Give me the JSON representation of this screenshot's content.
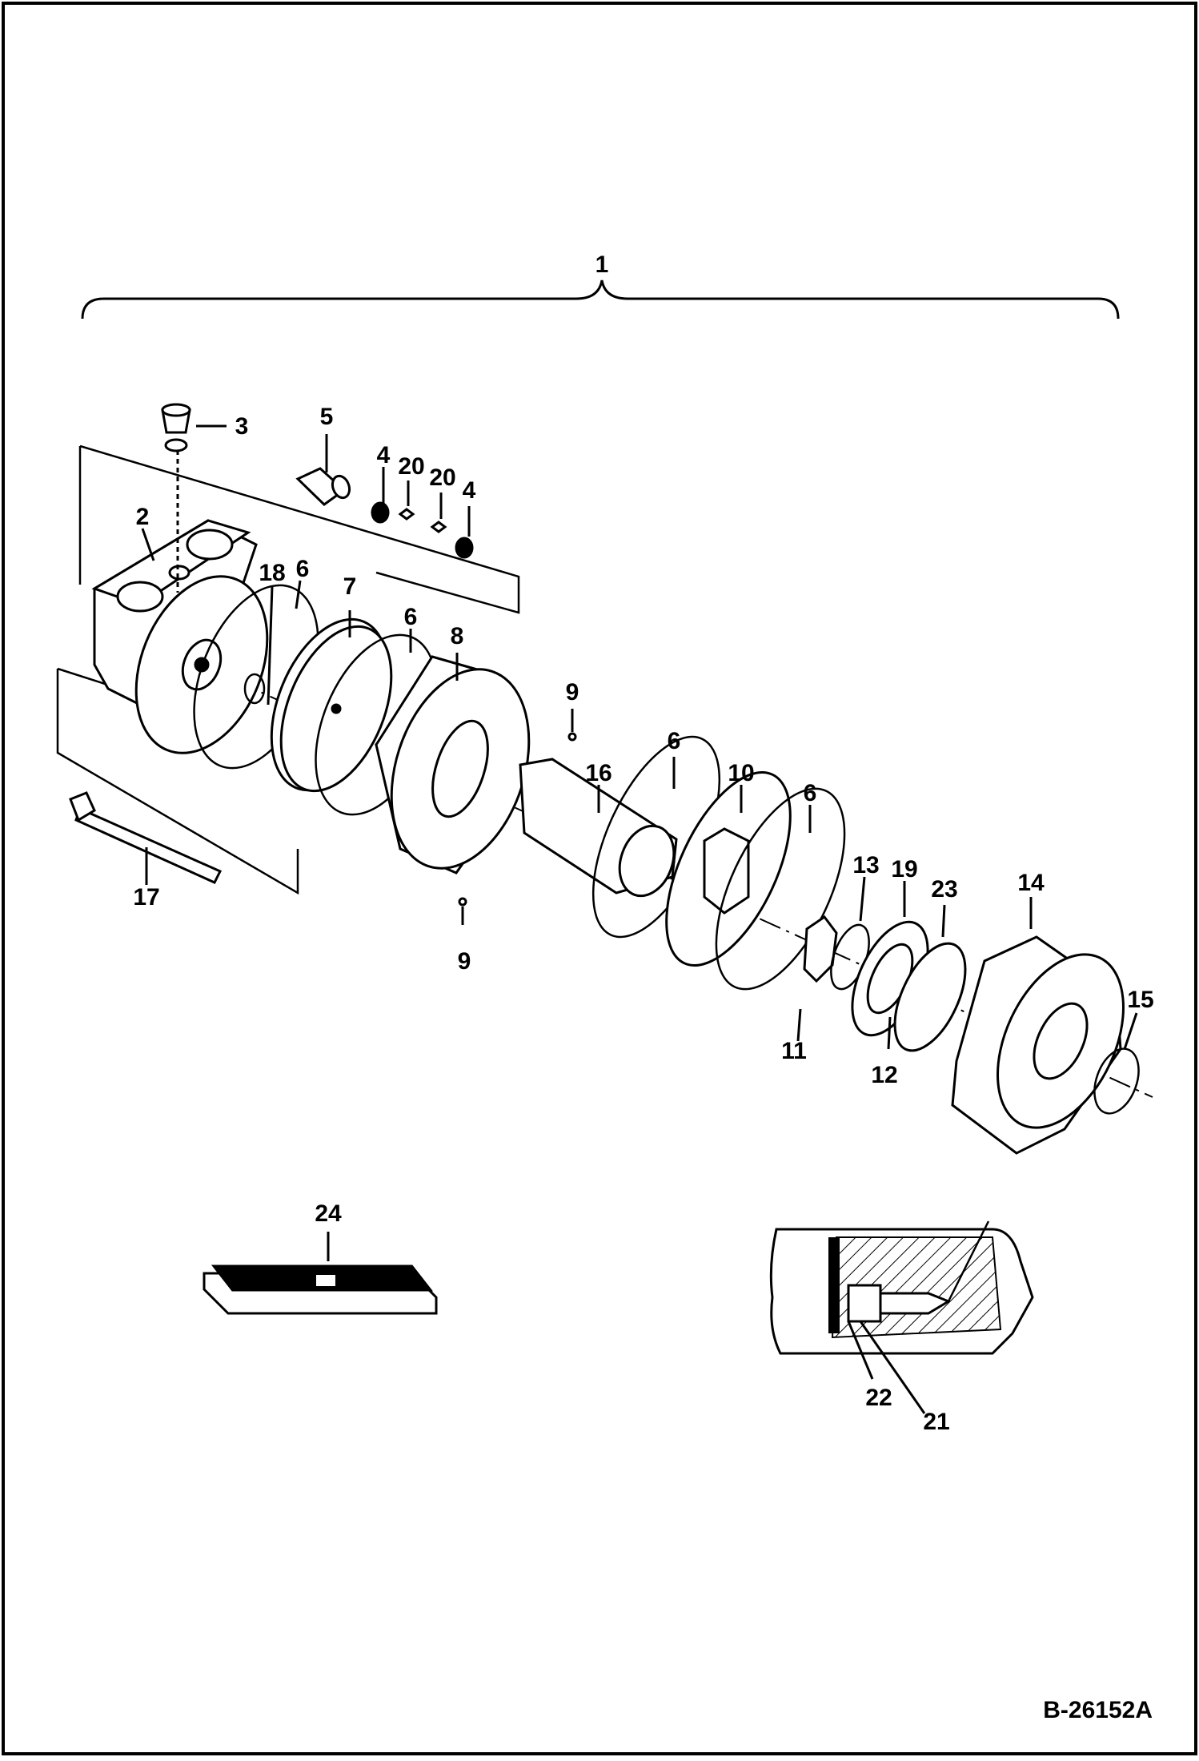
{
  "diagram": {
    "reference_code": "B-26152A",
    "callouts": [
      {
        "id": "c1",
        "text": "1"
      },
      {
        "id": "c2",
        "text": "2"
      },
      {
        "id": "c3",
        "text": "3"
      },
      {
        "id": "c4a",
        "text": "4"
      },
      {
        "id": "c4b",
        "text": "4"
      },
      {
        "id": "c5",
        "text": "5"
      },
      {
        "id": "c6a",
        "text": "6"
      },
      {
        "id": "c6b",
        "text": "6"
      },
      {
        "id": "c6c",
        "text": "6"
      },
      {
        "id": "c6d",
        "text": "6"
      },
      {
        "id": "c7",
        "text": "7"
      },
      {
        "id": "c8",
        "text": "8"
      },
      {
        "id": "c9a",
        "text": "9"
      },
      {
        "id": "c9b",
        "text": "9"
      },
      {
        "id": "c10",
        "text": "10"
      },
      {
        "id": "c11",
        "text": "11"
      },
      {
        "id": "c12",
        "text": "12"
      },
      {
        "id": "c13",
        "text": "13"
      },
      {
        "id": "c14",
        "text": "14"
      },
      {
        "id": "c15",
        "text": "15"
      },
      {
        "id": "c16",
        "text": "16"
      },
      {
        "id": "c17",
        "text": "17"
      },
      {
        "id": "c18",
        "text": "18"
      },
      {
        "id": "c19",
        "text": "19"
      },
      {
        "id": "c20a",
        "text": "20"
      },
      {
        "id": "c20b",
        "text": "20"
      },
      {
        "id": "c21",
        "text": "21"
      },
      {
        "id": "c22",
        "text": "22"
      },
      {
        "id": "c23",
        "text": "23"
      },
      {
        "id": "c24",
        "text": "24"
      }
    ]
  }
}
